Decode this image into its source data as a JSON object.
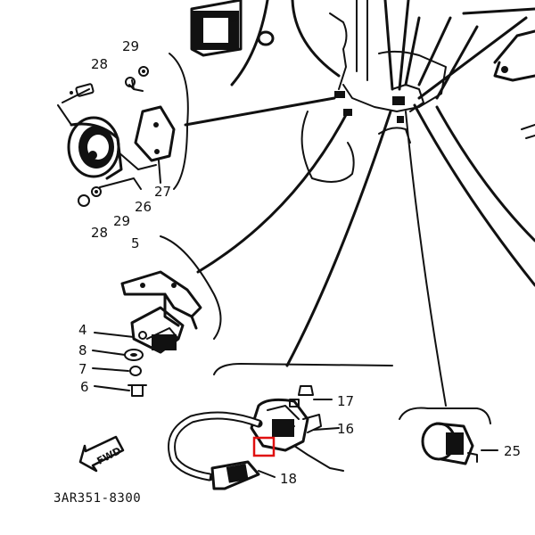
{
  "diagram": {
    "part_code": "3AR351-8300",
    "direction_label": "FWD",
    "highlight_color": "#e01010",
    "callouts": {
      "c29a": "29",
      "c28a": "28",
      "c27": "27",
      "c26": "26",
      "c29b": "29",
      "c28b": "28",
      "c5": "5",
      "c4": "4",
      "c8": "8",
      "c7": "7",
      "c6": "6",
      "c17": "17",
      "c16": "16",
      "c18": "18",
      "c25": "25"
    }
  }
}
